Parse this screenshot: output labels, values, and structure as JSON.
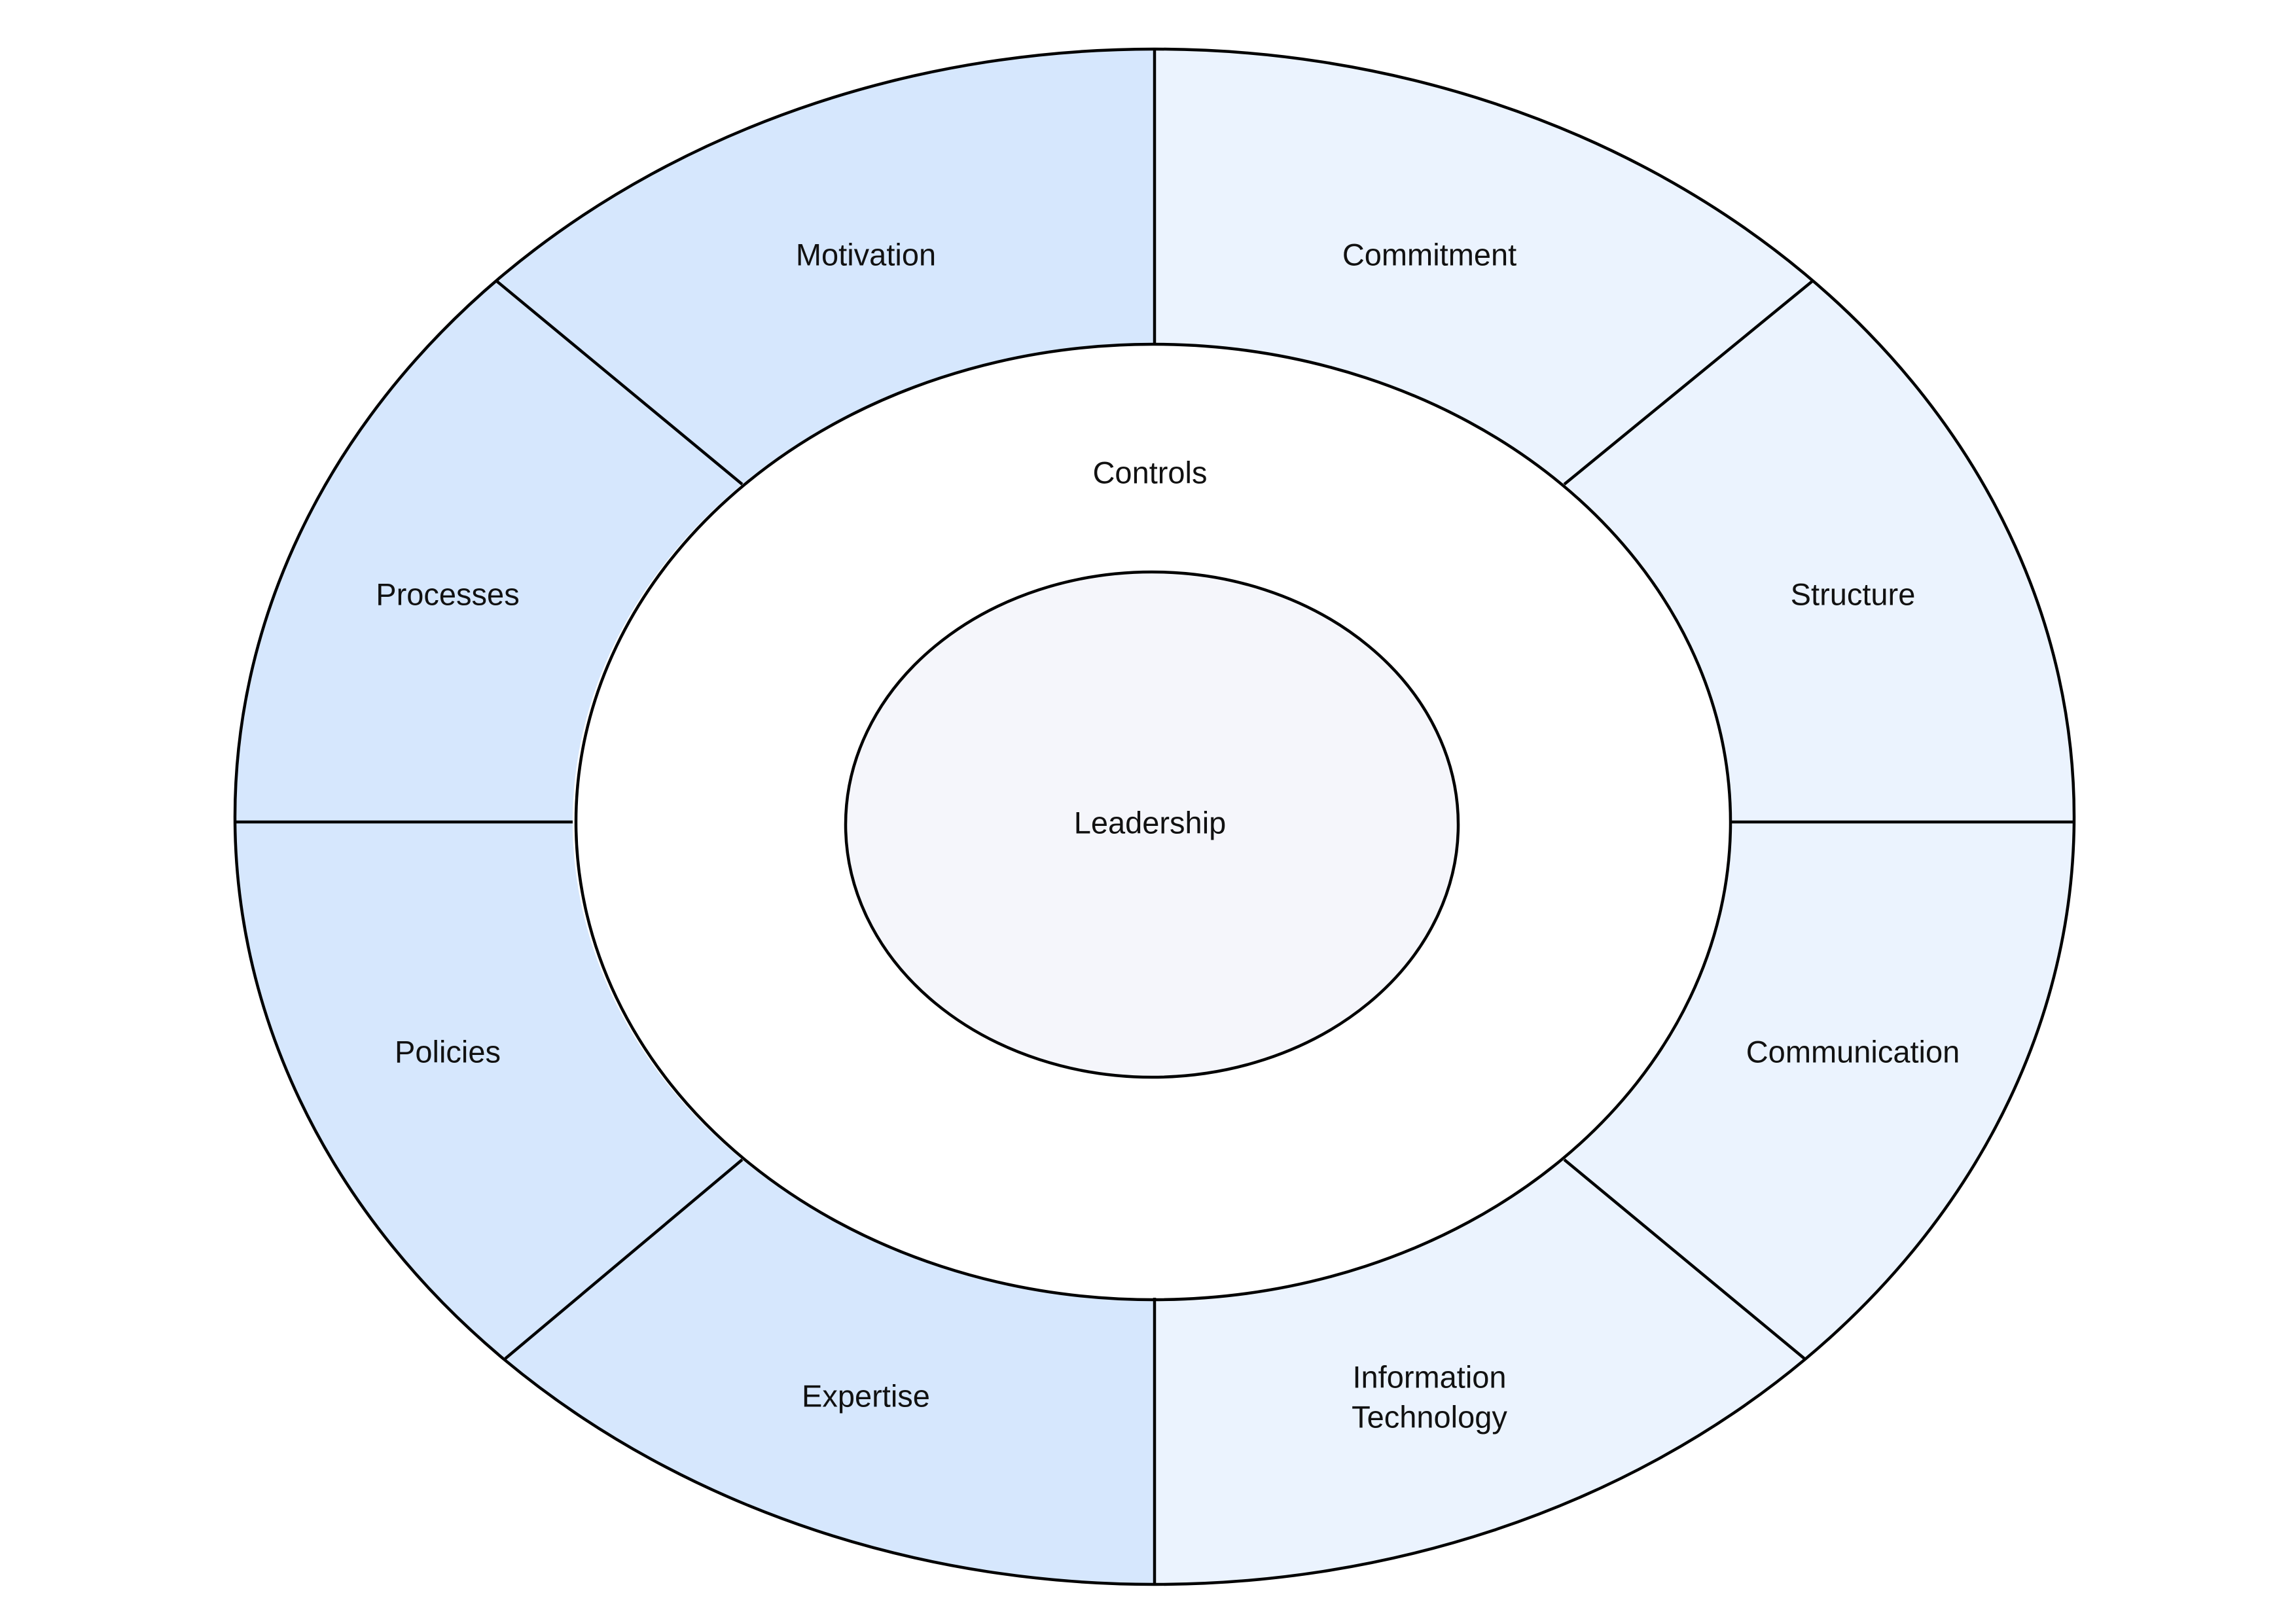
{
  "diagram": {
    "center": {
      "label": "Leadership",
      "fill": "#F5F6FB"
    },
    "middle_ring": {
      "label": "Controls",
      "fill": "#FFFFFF"
    },
    "outer_ring": {
      "left_fill": "#D6E7FD",
      "right_fill": "#EBF3FE",
      "segments": [
        {
          "id": "motivation",
          "label": "Motivation"
        },
        {
          "id": "commitment",
          "label": "Commitment"
        },
        {
          "id": "structure",
          "label": "Structure"
        },
        {
          "id": "communication",
          "label": "Communication"
        },
        {
          "id": "information-technology",
          "label_line1": "Information",
          "label_line2": "Technology"
        },
        {
          "id": "expertise",
          "label": "Expertise"
        },
        {
          "id": "policies",
          "label": "Policies"
        },
        {
          "id": "processes",
          "label": "Processes"
        }
      ]
    },
    "stroke_color": "#000000"
  }
}
